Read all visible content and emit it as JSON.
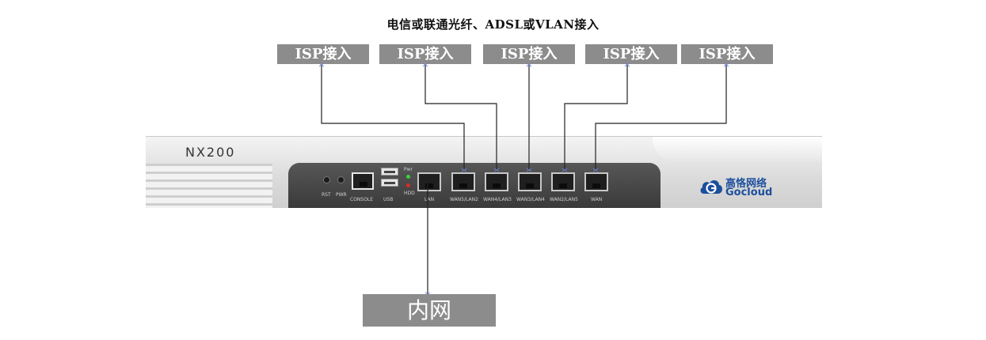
{
  "caption": "电信或联通光纤、ADSL或VLAN接入",
  "isp_boxes": [
    "ISP接入",
    "ISP接入",
    "ISP接入",
    "ISP接入",
    "ISP接入"
  ],
  "lan_box": "内网",
  "device": {
    "model": "NX200",
    "buttons": [
      "RST",
      "PWR"
    ],
    "console_label": "CONSOLE",
    "usb_label": "USB",
    "led_labels": [
      "Pwr",
      "HDD"
    ],
    "ports": [
      "LAN",
      "WAN5/LAN2",
      "WAN4/LAN3",
      "WAN3/LAN4",
      "WAN2/LAN5",
      "WAN"
    ]
  },
  "brand": {
    "name_cn": "高恪网络",
    "name_en": "Gocloud"
  },
  "colors": {
    "box_fill": "#8c8c8c",
    "box_text": "#ffffff",
    "wire": "#222222",
    "brand": "#1c4f9c"
  }
}
